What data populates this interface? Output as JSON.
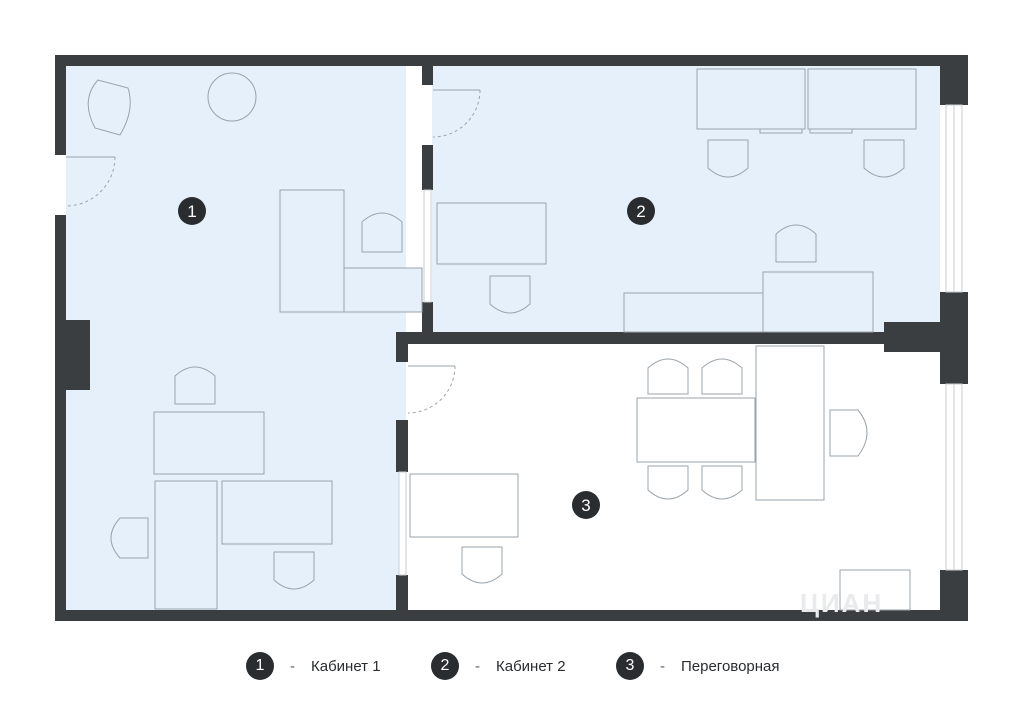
{
  "rooms": [
    {
      "number": "1",
      "name": "Кабинет 1"
    },
    {
      "number": "2",
      "name": "Кабинет 2"
    },
    {
      "number": "3",
      "name": "Переговорная"
    }
  ],
  "legend_separator": "-",
  "watermark": "ЦИАН",
  "colors": {
    "wall": "#3b3e41",
    "office_fill": "#e6f0fb",
    "meeting_fill": "#ffffff",
    "furniture_stroke": "#9aa3ab",
    "badge": "#2a2d30"
  }
}
